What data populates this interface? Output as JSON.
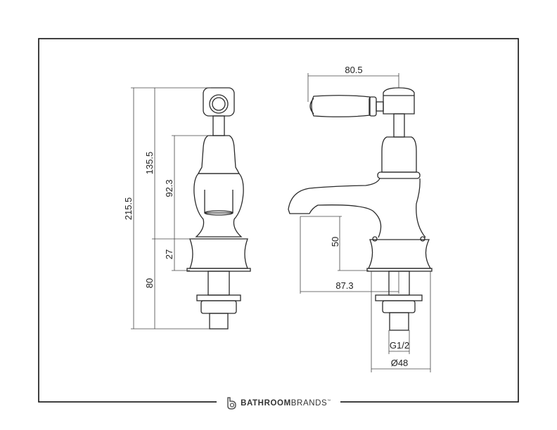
{
  "drawing": {
    "side_view": {
      "dims": {
        "total_height": "215.5",
        "upper_height": "135.5",
        "body_height": "92.3",
        "base_height": "27",
        "shank_length": "80"
      }
    },
    "front_view": {
      "dims": {
        "handle_reach": "80.5",
        "spout_height": "50",
        "spout_reach": "87.3",
        "thread": "G1/2",
        "base_diameter": "Ø48"
      }
    },
    "line_color": "#2a2a2a"
  },
  "logo": {
    "brand_bold": "BATHROOM",
    "brand_light": "BRANDS",
    "trademark": "™"
  }
}
